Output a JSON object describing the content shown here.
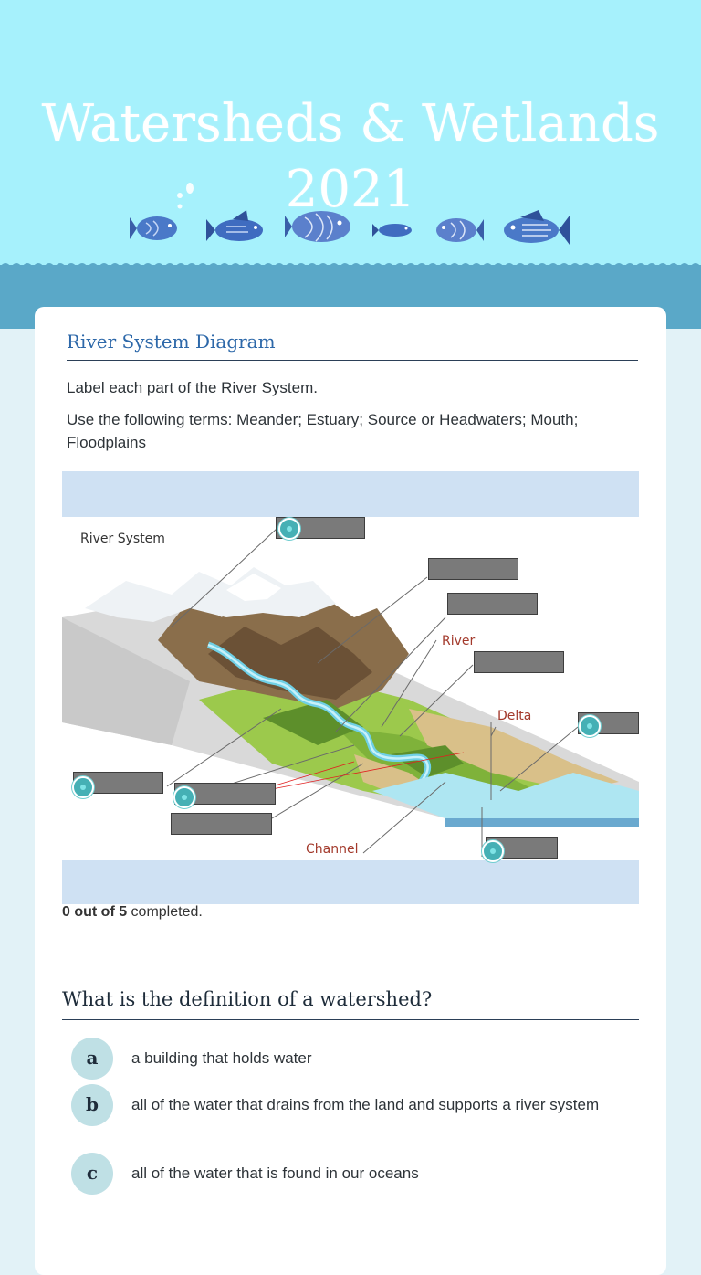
{
  "header": {
    "title": "Watersheds & Wetlands 2021"
  },
  "colors": {
    "header_bg": "#a6f1fc",
    "wave_band": "#5aa8c8",
    "section_title": "#2d68a9",
    "dot": "#45b0b5",
    "option_badge": "#bfe0e5"
  },
  "icons": [
    "fish-icon",
    "bubbles-icon",
    "wave-border"
  ],
  "section": {
    "title": "River System Diagram",
    "instruction_1": "Label each part of the River System.",
    "instruction_2": "Use the following terms: Meander; Estuary; Source or Headwaters; Mouth; Floodplains"
  },
  "diagram": {
    "caption": "River System",
    "labels": {
      "river": "River",
      "delta": "Delta",
      "channel": "Channel"
    }
  },
  "progress": {
    "count": "0 out of 5",
    "suffix": " completed."
  },
  "question": {
    "title": "What is the definition of a watershed?",
    "options": [
      {
        "letter": "a",
        "text": "a building that holds water"
      },
      {
        "letter": "b",
        "text": "all of the water that drains from the land and supports a river system"
      },
      {
        "letter": "c",
        "text": "all of the water that is found in our oceans"
      }
    ]
  }
}
